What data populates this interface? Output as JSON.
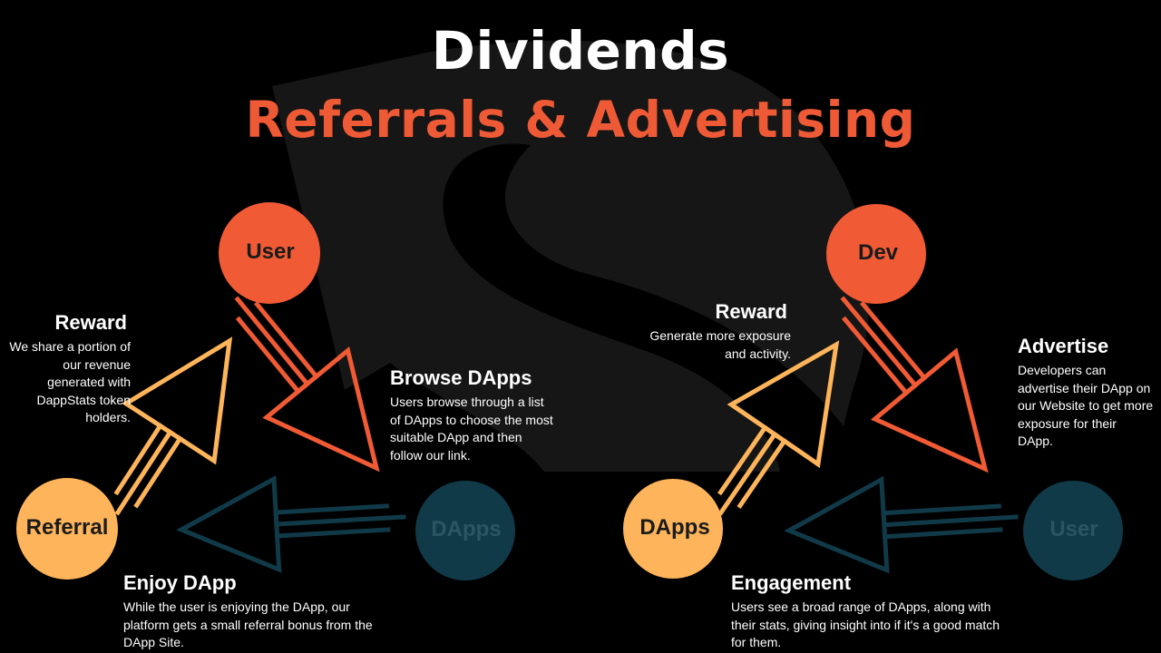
{
  "title": "Dividends",
  "subtitle": "Referrals & Advertising",
  "colors": {
    "background": "#000000",
    "watermark": "#161616",
    "accent_orange": "#f05a35",
    "accent_yellow": "#fdb45a",
    "accent_teal": "#113a48",
    "subtitle": "#ee5a35",
    "node_text_dark": "#1b1b1b",
    "node_text_teal": "#2a5664"
  },
  "left_diagram": {
    "nodes": {
      "user": "User",
      "referral": "Referral",
      "dapps": "DApps"
    },
    "reward": {
      "heading": "Reward",
      "text": "We share a portion of our revenue generated with DappStats token holders."
    },
    "browse": {
      "heading": "Browse DApps",
      "text": "Users browse through  a list of DApps to choose the most suitable DApp and then follow our link."
    },
    "enjoy": {
      "heading": "Enjoy DApp",
      "text": "While the user is enjoying the DApp, our platform gets a small referral bonus from the DApp Site."
    }
  },
  "right_diagram": {
    "nodes": {
      "dev": "Dev",
      "dapps": "DApps",
      "user": "User"
    },
    "reward": {
      "heading": "Reward",
      "text": "Generate more exposure and activity."
    },
    "advertise": {
      "heading": "Advertise",
      "text": "Developers can advertise their DApp on our Website to get more exposure for their DApp."
    },
    "engagement": {
      "heading": "Engagement",
      "text": "Users see a broad range of DApps, along with their stats, giving insight into if it's a good match for them."
    }
  }
}
